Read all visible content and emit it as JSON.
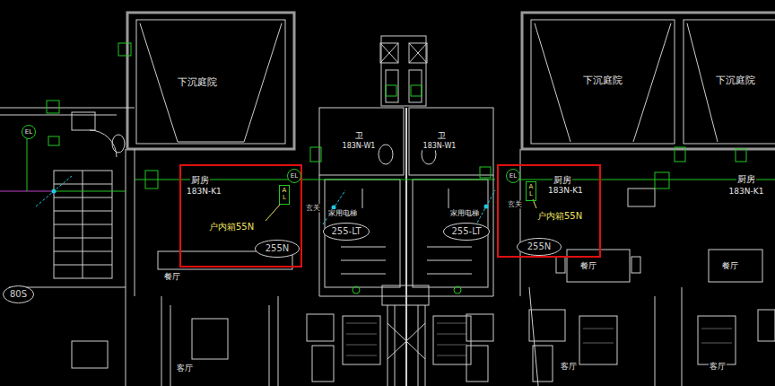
{
  "diagram": {
    "nodes": [
      {
        "text": [
          "EL"
        ]
      },
      {
        "text": [
          "厨房",
          "183N-K1",
          "户内箱55N"
        ]
      },
      {
        "text": [
          "EL"
        ],
        "in": 1
      },
      {
        "text": [
          "AL"
        ],
        "in": 1
      },
      {
        "text": [
          "255N"
        ],
        "in": 1
      },
      {
        "text": [
          "255-LT"
        ]
      },
      {
        "text": [
          "255-LT"
        ]
      },
      {
        "text": [
          "厨房",
          "183N-K1",
          "户内箱55N"
        ]
      },
      {
        "text": [
          "EL"
        ],
        "in": 7
      },
      {
        "text": [
          "AL"
        ],
        "in": 7
      },
      {
        "text": [
          "255N"
        ],
        "in": 7
      },
      {
        "text": [
          "80S"
        ]
      }
    ],
    "labels": [
      "下沉庭院",
      "下沉庭院",
      "下沉庭院",
      "卫",
      "183N-W1",
      "卫",
      "183N-W1",
      "厨房",
      "183N-K1",
      "玄关",
      "家用电梯",
      "家用电梯",
      "玄关",
      "餐厅",
      "餐厅",
      "餐厅",
      "客厅",
      "客厅",
      "客厅"
    ]
  }
}
